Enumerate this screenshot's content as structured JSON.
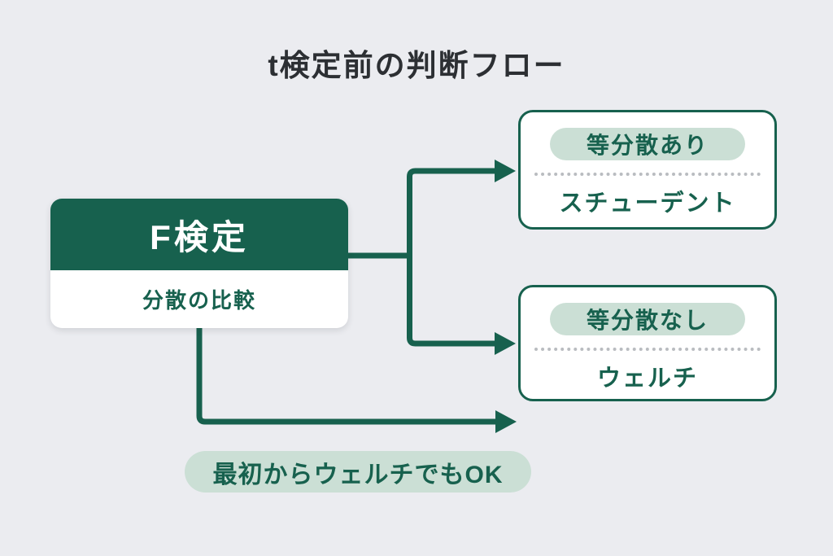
{
  "title": "t検定前の判断フロー",
  "flow": {
    "root": {
      "title": "F検定",
      "subtitle": "分散の比較"
    },
    "branches": [
      {
        "condition": "等分散あり",
        "result": "スチューデント"
      },
      {
        "condition": "等分散なし",
        "result": "ウェルチ"
      }
    ],
    "note": "最初からウェルチでもOK"
  },
  "colors": {
    "background": "#ebecf0",
    "accent_green": "#17614e",
    "light_green": "#cbdfd5",
    "divider_gray": "#b9bcc0",
    "title_text": "#2c2f33",
    "white": "#ffffff"
  }
}
